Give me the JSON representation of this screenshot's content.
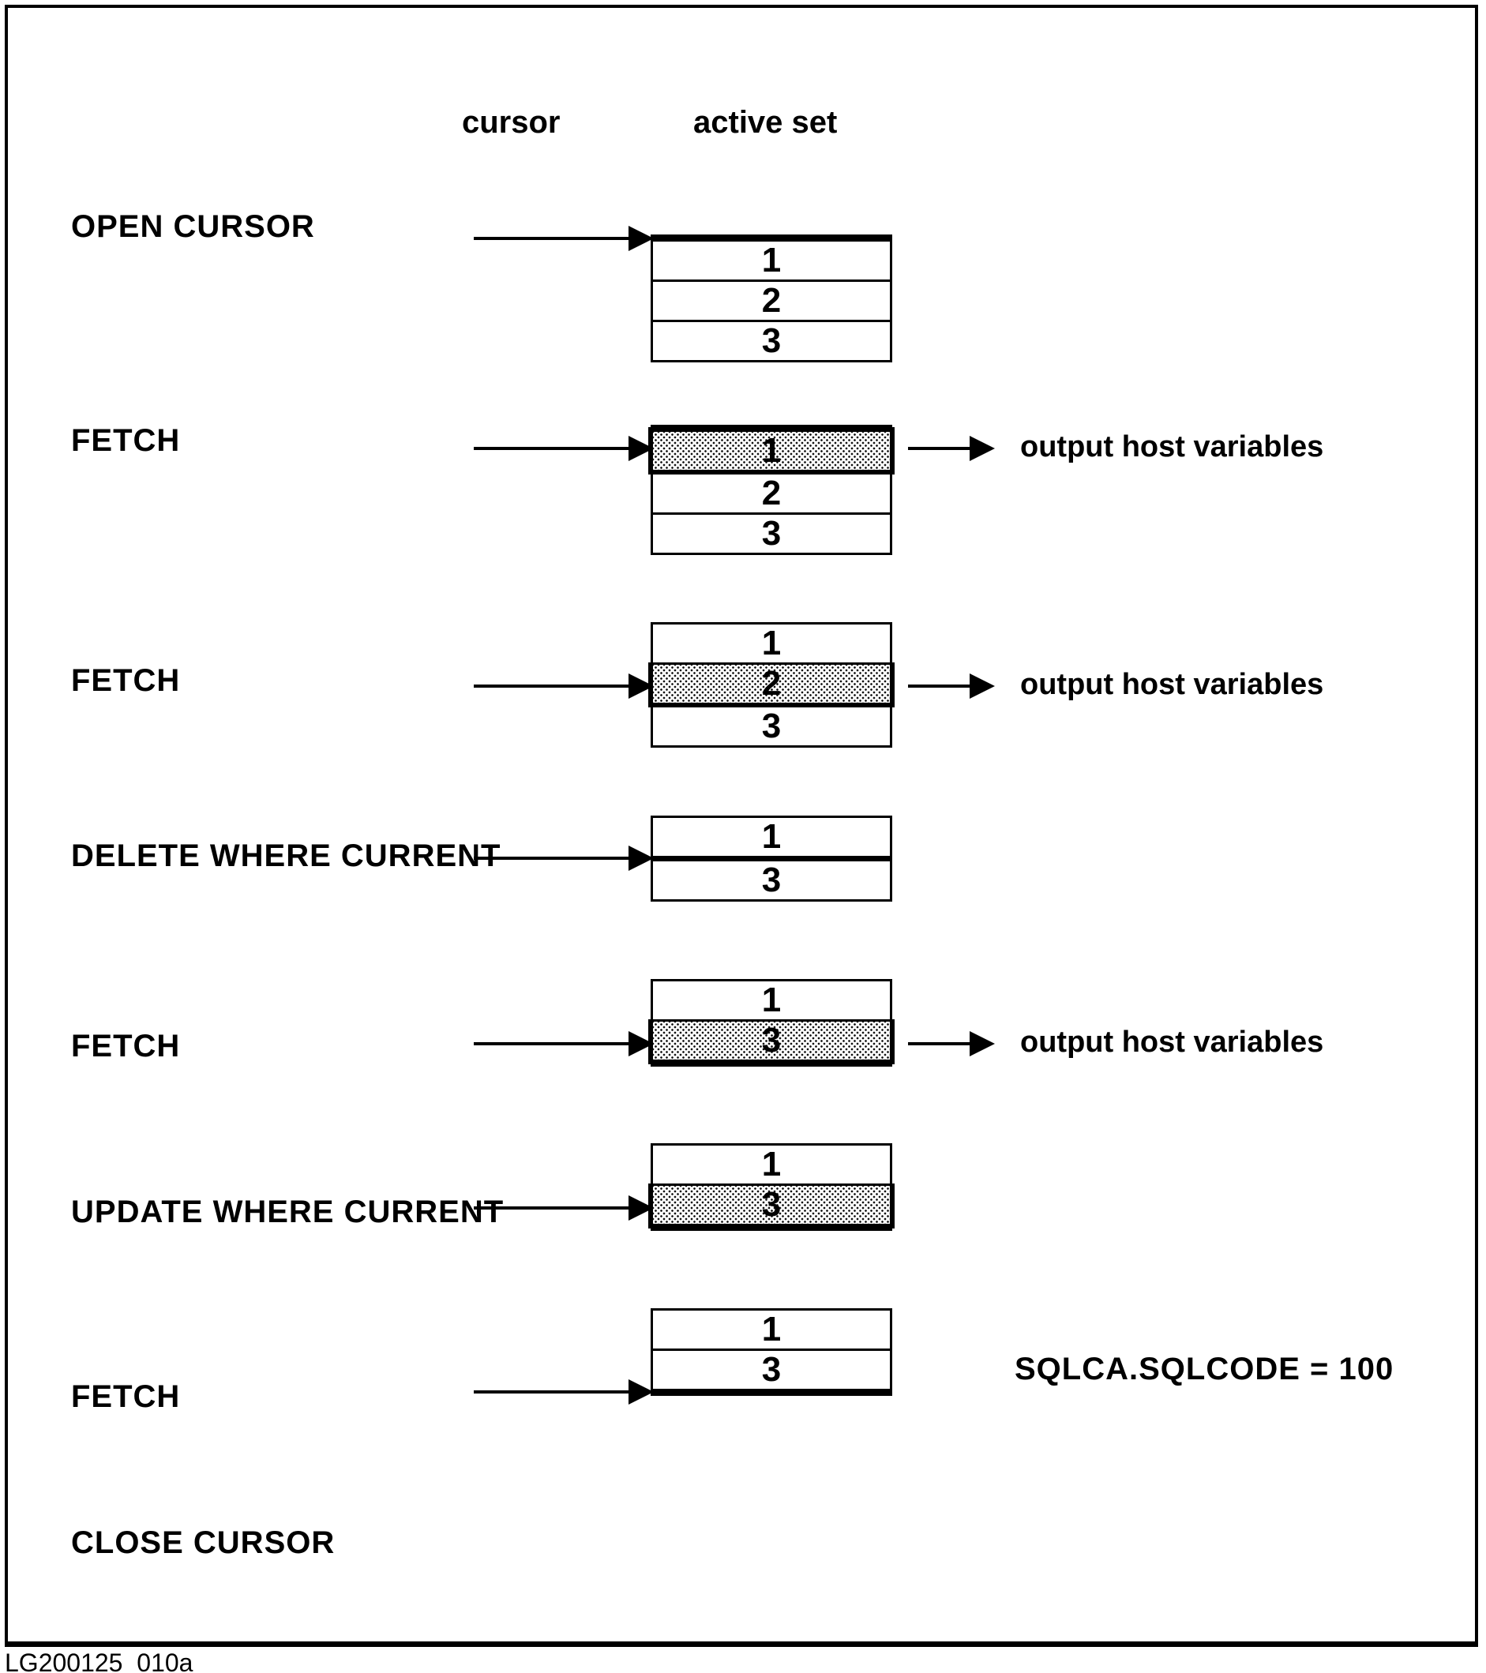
{
  "figure": {
    "headers": {
      "cursor": "cursor",
      "active_set": "active set"
    },
    "caption": "LG200125_010a"
  },
  "sections": [
    {
      "label": "OPEN CURSOR",
      "rows": [
        "1",
        "2",
        "3"
      ],
      "cursor_position": "before-row-1"
    },
    {
      "label": "FETCH",
      "rows": [
        "1",
        "2",
        "3"
      ],
      "current_row": "1",
      "output": "output host variables"
    },
    {
      "label": "FETCH",
      "rows": [
        "1",
        "2",
        "3"
      ],
      "current_row": "2",
      "output": "output host variables"
    },
    {
      "label": "DELETE WHERE CURRENT",
      "rows": [
        "1",
        "3"
      ],
      "cursor_position": "between-rows-deleted-row-2"
    },
    {
      "label": "FETCH",
      "rows": [
        "1",
        "3"
      ],
      "current_row": "3",
      "output": "output host variables"
    },
    {
      "label": "UPDATE WHERE CURRENT",
      "rows": [
        "1",
        "3"
      ],
      "current_row": "3"
    },
    {
      "label": "FETCH",
      "rows": [
        "1",
        "3"
      ],
      "cursor_position": "after-last-row",
      "note": "SQLCA.SQLCODE = 100"
    },
    {
      "label": "CLOSE CURSOR"
    }
  ]
}
